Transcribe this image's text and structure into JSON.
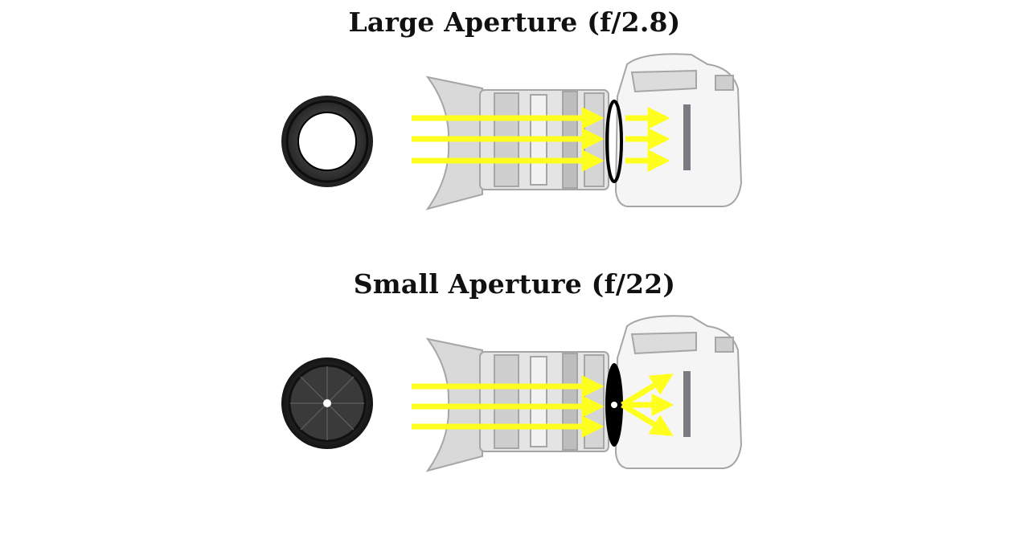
{
  "panels": [
    {
      "title": "Large Aperture (f/2.8)",
      "aperture": "large"
    },
    {
      "title": "Small Aperture (f/22)",
      "aperture": "small"
    }
  ],
  "colors": {
    "light_ray": "#ffff1f",
    "sensor": "#7a7a80",
    "aperture_ring": "#000000",
    "camera_sketch": "#bfbfbf"
  },
  "icons": [
    "aperture-ring-open-icon",
    "aperture-iris-closed-icon",
    "camera-with-lens-icon"
  ]
}
